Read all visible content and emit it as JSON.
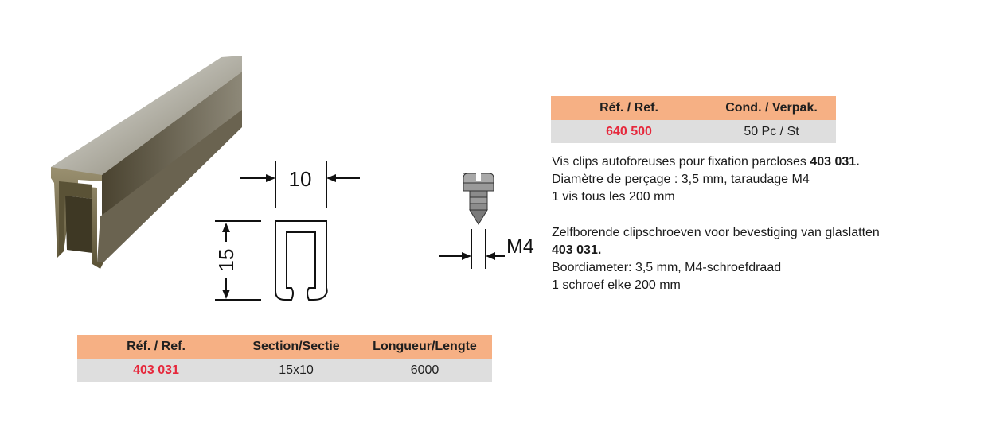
{
  "profile_table": {
    "headers": [
      "Réf. / Ref.",
      "Section/Sectie",
      "Longueur/Lengte"
    ],
    "row": {
      "ref": "403 031",
      "section": "15x10",
      "length": "6000"
    }
  },
  "screw_table": {
    "headers": [
      "Réf. / Ref.",
      "Cond. / Verpak."
    ],
    "row": {
      "ref": "640 500",
      "packaging": "50 Pc / St"
    }
  },
  "description_fr": {
    "line1": "Vis clips autoforeuses pour fixation parcloses ",
    "line1_ref": "403 031.",
    "line2": "Diamètre de perçage : 3,5 mm, taraudage M4",
    "line3": "1 vis tous les 200 mm"
  },
  "description_nl": {
    "line1": "Zelfborende clipschroeven voor bevestiging van glaslatten",
    "line2_ref": "403 031.",
    "line3": "Boordiameter: 3,5 mm, M4-schroefdraad",
    "line4": "1 schroef elke 200 mm"
  },
  "profile_drawing": {
    "width_label": "10",
    "height_label": "15"
  },
  "screw_drawing": {
    "thread_label": "M4"
  },
  "colors": {
    "header": "#f6b084",
    "row": "#dedede",
    "ref_red": "#e6283c"
  }
}
